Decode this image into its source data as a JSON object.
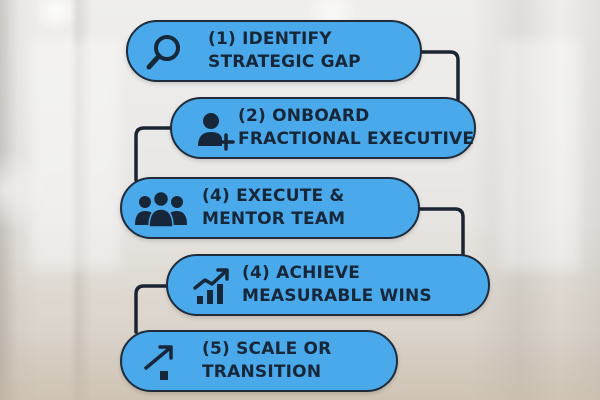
{
  "steps": [
    {
      "line1": "(1) IDENTIFY",
      "line2": "STRATEGIC GAP",
      "icon": "magnifying-glass-icon"
    },
    {
      "line1": "(2) ONBOARD",
      "line2": "FRACTIONAL EXECUTIVE",
      "icon": "add-user-icon"
    },
    {
      "line1": "(4) EXECUTE &",
      "line2": "MENTOR TEAM",
      "icon": "team-icon"
    },
    {
      "line1": "(4) ACHIEVE",
      "line2": "MEASURABLE WINS",
      "icon": "growth-chart-icon"
    },
    {
      "line1": "(5) SCALE OR",
      "line2": "TRANSITION",
      "icon": "scale-arrow-icon"
    }
  ],
  "colors": {
    "pill_fill": "#49a9ea",
    "pill_border": "#1f2c3c",
    "text": "#17273a",
    "connector": "#1a2433"
  }
}
